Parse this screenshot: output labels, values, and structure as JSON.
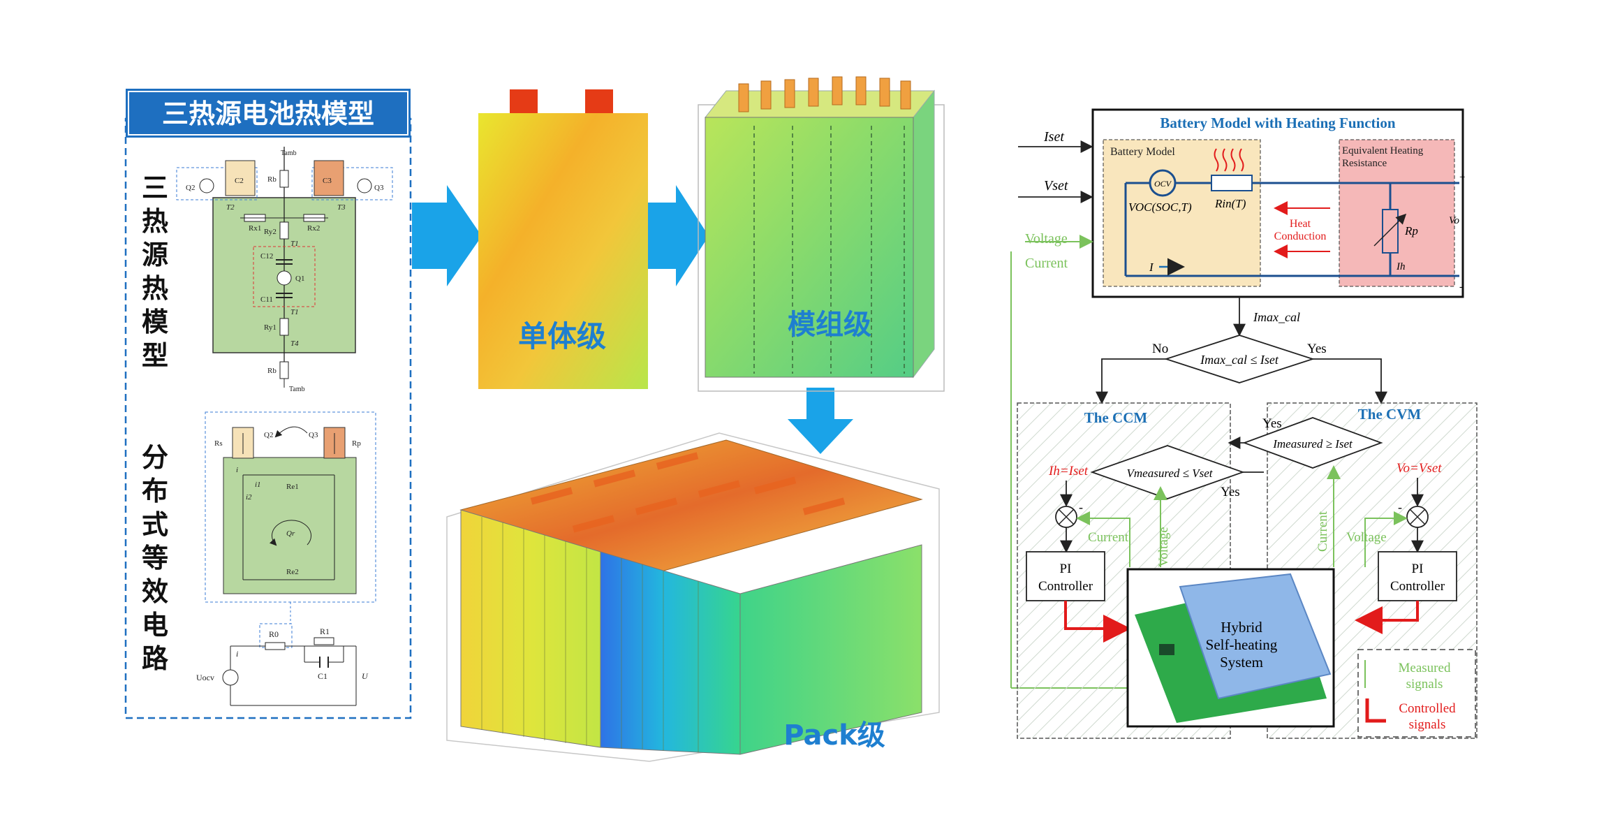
{
  "left_panel": {
    "title": "三热源电池热模型",
    "section1_label": [
      "三",
      "热",
      "源",
      "热",
      "模",
      "型"
    ],
    "section2_label": [
      "分",
      "布",
      "式",
      "等",
      "效",
      "电",
      "路"
    ],
    "circuit1": {
      "t_amb_top": "Tamb",
      "rb_top": "Rb",
      "q2": "Q2",
      "q3": "Q3",
      "c2": "C2",
      "c3": "C3",
      "t2": "T2",
      "t3": "T3",
      "rx1": "Rx1",
      "rx2": "Rx2",
      "ry2": "Ry2",
      "t1a": "T1",
      "c12": "C12",
      "q1": "Q1",
      "c11": "C11",
      "t1b": "T1",
      "ry1": "Ry1",
      "t4": "T4",
      "rb_bot": "Rb",
      "t_amb_bot": "Tamb"
    },
    "circuit2": {
      "rs": "Rs",
      "q2": "Q2",
      "q3": "Q3",
      "rp": "Rp",
      "i": "i",
      "i1": "i1",
      "i2": "i2",
      "re1": "Re1",
      "qr": "Qr",
      "re2": "Re2"
    },
    "circuit3": {
      "r0": "R0",
      "r1": "R1",
      "c1": "C1",
      "i": "i",
      "uocv": "Uocv",
      "u": "U"
    }
  },
  "middle_panel": {
    "cell_label": "单体级",
    "module_label": "模组级",
    "pack_label": "Pack级"
  },
  "right_panel": {
    "top_title": "Battery Model with Heating Function",
    "battery_model_label": "Battery Model",
    "equiv_label_1": "Equivalent Heating",
    "equiv_label_2": "Resistance",
    "ocv": "OCV",
    "voc_label": "VOC(SOC,T)",
    "rin_label": "Rin(T)",
    "heat_1": "Heat",
    "heat_2": "Conduction",
    "rp_label": "Rp",
    "ih_label": "Ih",
    "vo_label": "Vo",
    "i_label": "I",
    "plus": "+",
    "minus": "-",
    "iset_in": "Iset",
    "vset_in": "Vset",
    "voltage_fb": "Voltage",
    "current_fb": "Current",
    "imax_cal": "Imax_cal",
    "decision_main": "Imax_cal ≤ Iset",
    "no": "No",
    "yes": "Yes",
    "ccm_title": "The CCM",
    "cvm_title": "The CVM",
    "ccm_eq": "Ih=Iset",
    "cvm_eq": "Vo=Vset",
    "dec_left": "Vmeasured ≤ Vset",
    "dec_left_yes": "Yes",
    "dec_right": "Imeasured ≥ Iset",
    "dec_right_yes": "Yes",
    "ccm_current": "Current",
    "ccm_voltage": "Voltage",
    "cvm_current": "Current",
    "cvm_voltage": "Voltage",
    "pi_left_1": "PI",
    "pi_left_2": "Controller",
    "pi_right_1": "PI",
    "pi_right_2": "Controller",
    "hybrid_1": "Hybrid",
    "hybrid_2": "Self-heating",
    "hybrid_3": "System",
    "legend_measured_1": "Measured",
    "legend_measured_2": "signals",
    "legend_controlled_1": "Controlled",
    "legend_controlled_2": "signals",
    "sum_minus": "-"
  },
  "colors": {
    "title_blue": "#1e6fc0",
    "arrow_blue": "#1aa3e8",
    "cell_red": "#e53b16",
    "model_green": "#b7d7a0",
    "signal_green": "#7bc25c",
    "control_red": "#e21b1b",
    "diagram_blue_text": "#1b6fb5"
  }
}
